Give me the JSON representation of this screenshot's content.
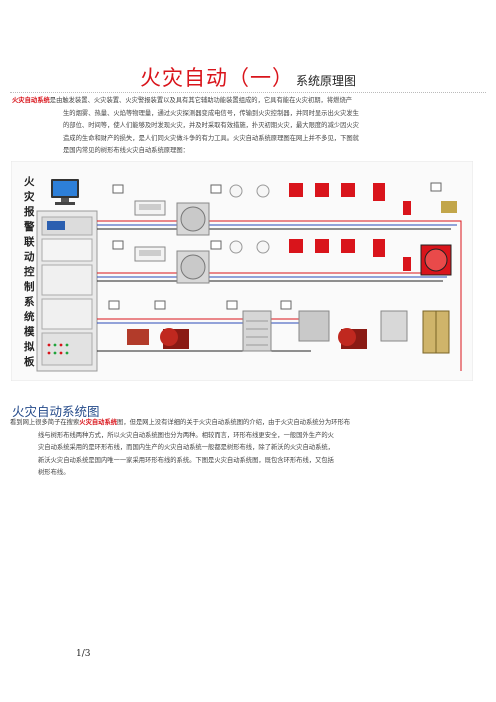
{
  "title": {
    "main": "火灾自动（一）",
    "sub": "系统原理图"
  },
  "intro": {
    "lead": "火灾自动系统",
    "line1_rest": "是由触发装置、火灾装置、火灾警报装置以及具有其它辅助功能装置组成的，它具有能在火灾初期，将燃烧产",
    "lines": [
      "生的烟雾、热量、火焰等物理量，通过火灾探测器变成电信号，传输到火灾控制器，并同时显示出火灾发生",
      "的部位、时间等，使人们能够及时发现火灾，并及时采取有效措施，扑灭初期火灾，最大限度的减少因火灾",
      "造成的生命和财产的损失，是人们同火灾做斗争的有力工具。火灾自动系统原理图在网上并不多见，下图就",
      "是国内常见的树形布线火灾自动系统原理图："
    ]
  },
  "diagram": {
    "panel_title": [
      "火",
      "灾",
      "报",
      "警",
      "联",
      "动",
      "控",
      "制",
      "系",
      "统",
      "模",
      "拟",
      "板"
    ],
    "colors": {
      "red": "#d9141b",
      "blue": "#2a4bb8",
      "black": "#222222",
      "panel": "#e9e9e9"
    }
  },
  "section": {
    "heading": "火灾自动系统图"
  },
  "body": {
    "line1_a": "看到网上很多简子在搜索",
    "line1_hl": "火灾自动系统",
    "line1_b": "图，但是网上没有详细的关于火灾自动系统图的介绍，由于火灾自动系统分为环形布",
    "lines": [
      "线与树形布线两种方式，所以火灾自动系统图也分为两种。相较而言，环形布线更安全，一般国外生产的火",
      "灾自动系统采用的是环形布线，而国内生产的火灾自动系统一般都是树形布线，除了新沃的火灾自动系统，",
      "新沃火灾自动系统是国内唯一一家采用环形布线的系统。下图是火灾自动系统图，既包含环形布线，又包括",
      "树形布线。"
    ]
  },
  "footer": {
    "page": "1/3"
  }
}
